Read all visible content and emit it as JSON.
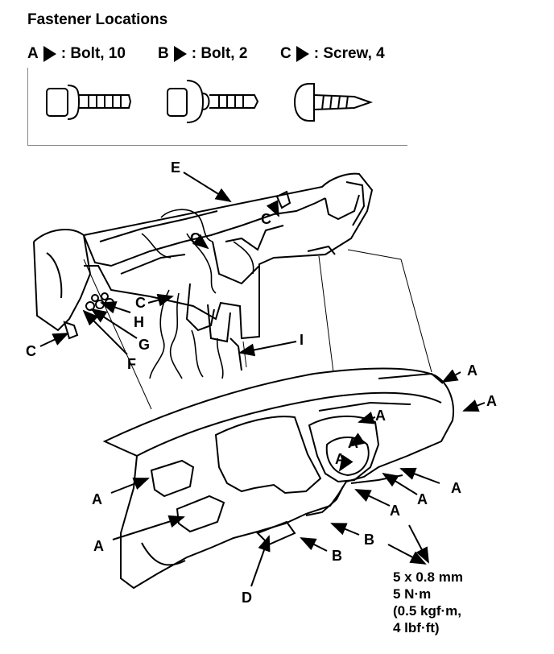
{
  "title": "Fastener Locations",
  "legend": [
    {
      "letter": "A",
      "text": ": Bolt, 10"
    },
    {
      "letter": "B",
      "text": ": Bolt, 2"
    },
    {
      "letter": "C",
      "text": ": Screw, 4"
    }
  ],
  "callouts": {
    "A": "A",
    "B": "B",
    "C": "C",
    "D": "D",
    "E": "E",
    "F": "F",
    "G": "G",
    "H": "H",
    "I": "I"
  },
  "spec": {
    "line1": "5 x 0.8 mm",
    "line2": "5 N·m",
    "line3": "(0.5 kgf·m,",
    "line4": "4 lbf·ft)"
  }
}
